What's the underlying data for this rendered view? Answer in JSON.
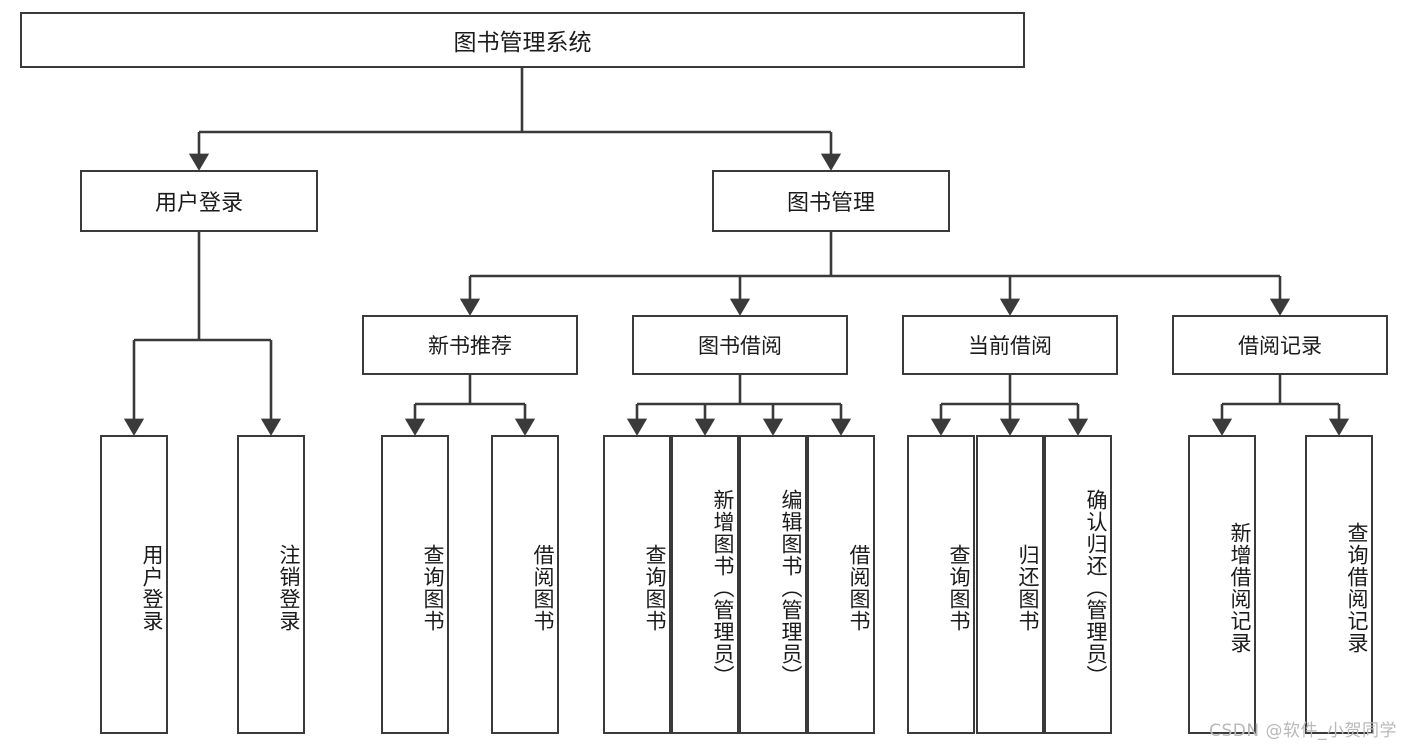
{
  "diagram": {
    "type": "tree",
    "title": "图书管理系统",
    "colors": {
      "box_border": "#3a3a3a",
      "box_fill": "#ffffff",
      "connector": "#3a3a3a",
      "text": "#1b1b1b",
      "watermark": "#b9b9b9",
      "background": "#ffffff"
    },
    "root": {
      "label": "图书管理系统"
    },
    "level2": [
      {
        "label": "用户登录"
      },
      {
        "label": "图书管理"
      }
    ],
    "level3": [
      {
        "label": "新书推荐"
      },
      {
        "label": "图书借阅"
      },
      {
        "label": "当前借阅"
      },
      {
        "label": "借阅记录"
      }
    ],
    "leaves": {
      "user_login": [
        {
          "label": "用户登录"
        },
        {
          "label": "注销登录"
        }
      ],
      "new_book_recommend": [
        {
          "label": "查询图书"
        },
        {
          "label": "借阅图书"
        }
      ],
      "book_borrow": [
        {
          "label": "查询图书"
        },
        {
          "label": "新增图书（管理员）"
        },
        {
          "label": "编辑图书（管理员）"
        },
        {
          "label": "借阅图书"
        }
      ],
      "current_borrow": [
        {
          "label": "查询图书"
        },
        {
          "label": "归还图书"
        },
        {
          "label": "确认归还（管理员）"
        }
      ],
      "borrow_record": [
        {
          "label": "新增借阅记录"
        },
        {
          "label": "查询借阅记录"
        }
      ]
    }
  },
  "watermark": {
    "text": "CSDN @软件_小贺同学"
  }
}
